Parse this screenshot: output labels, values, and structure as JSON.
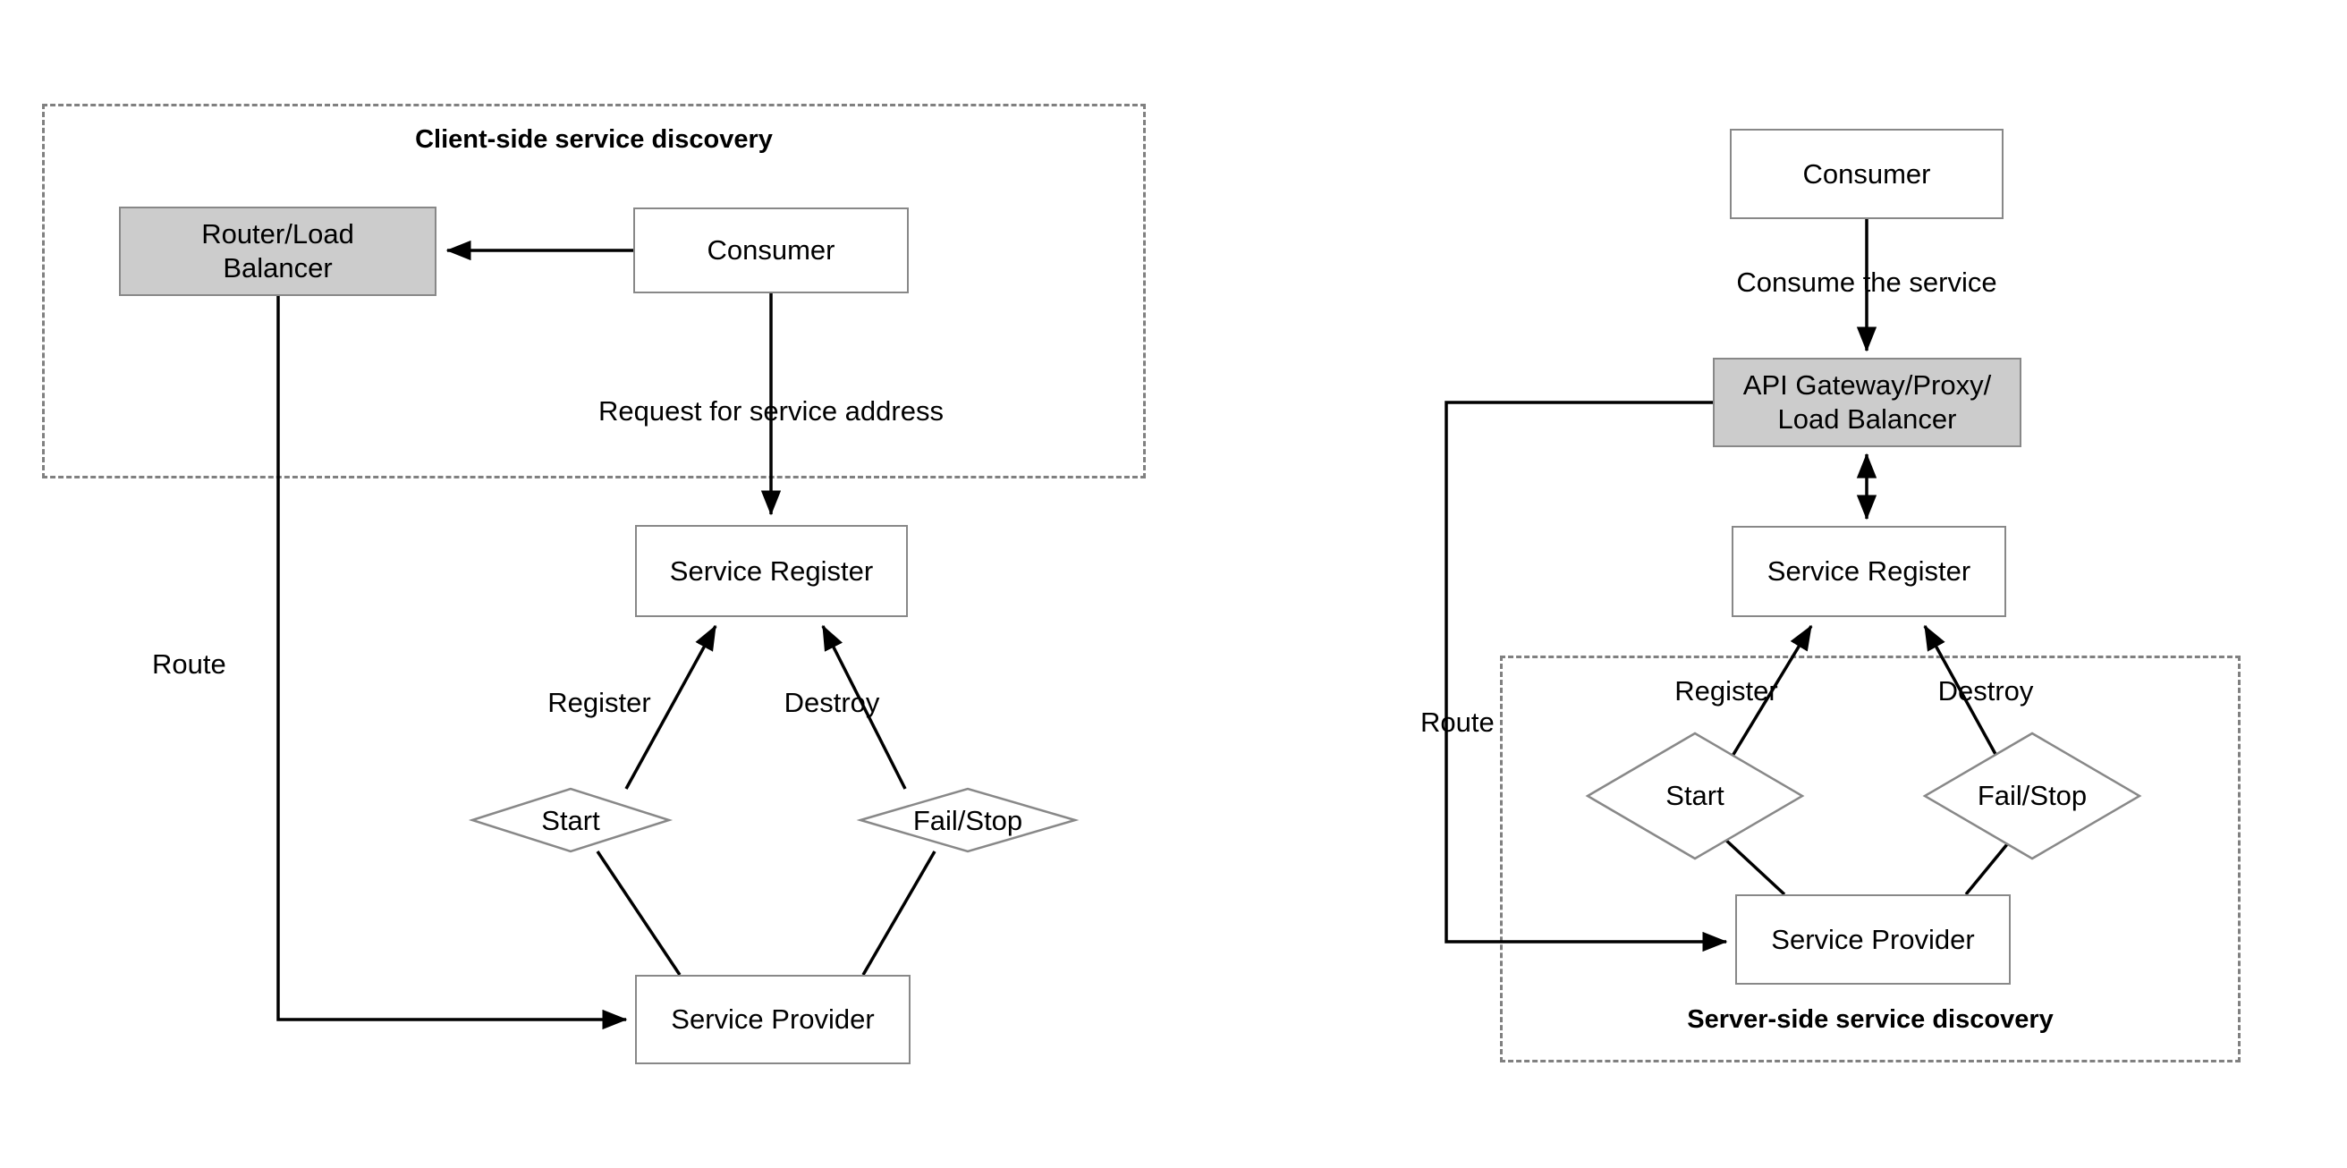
{
  "diagram": {
    "title": "Service discovery patterns",
    "colors": {
      "shaded_fill": "#cccccc",
      "box_stroke": "#888888",
      "line": "#000000",
      "dashed_group": "#808080",
      "background": "#ffffff"
    },
    "panels": [
      {
        "id": "client-side",
        "group_title": "Client-side service discovery",
        "nodes": [
          {
            "id": "router-load-balancer",
            "label": "Router/Load Balancer",
            "shape": "rect",
            "shaded": true
          },
          {
            "id": "consumer",
            "label": "Consumer",
            "shape": "rect",
            "shaded": false
          },
          {
            "id": "service-register",
            "label": "Service Register",
            "shape": "rect",
            "shaded": false
          },
          {
            "id": "service-provider",
            "label": "Service Provider",
            "shape": "rect",
            "shaded": false
          },
          {
            "id": "start",
            "label": "Start",
            "shape": "diamond",
            "shaded": false
          },
          {
            "id": "fail-stop",
            "label": "Fail/Stop",
            "shape": "diamond",
            "shaded": false
          }
        ],
        "edges": [
          {
            "from": "consumer",
            "to": "router-load-balancer",
            "label": "",
            "arrow": "single"
          },
          {
            "from": "consumer",
            "to": "service-register",
            "label": "Request for  service address",
            "arrow": "single"
          },
          {
            "from": "start",
            "to": "service-register",
            "label": "Register",
            "arrow": "single"
          },
          {
            "from": "fail-stop",
            "to": "service-register",
            "label": "Destroy",
            "arrow": "single"
          },
          {
            "from": "service-provider",
            "to": "start",
            "label": "",
            "arrow": "none"
          },
          {
            "from": "service-provider",
            "to": "fail-stop",
            "label": "",
            "arrow": "none"
          },
          {
            "from": "router-load-balancer",
            "to": "service-provider",
            "label": "Route",
            "arrow": "single"
          }
        ]
      },
      {
        "id": "server-side",
        "group_title": "Server-side service discovery",
        "nodes": [
          {
            "id": "consumer",
            "label": "Consumer",
            "shape": "rect",
            "shaded": false
          },
          {
            "id": "api-gateway",
            "label": "API Gateway/Proxy/ Load Balancer",
            "shape": "rect",
            "shaded": true
          },
          {
            "id": "service-register",
            "label": "Service Register",
            "shape": "rect",
            "shaded": false
          },
          {
            "id": "service-provider",
            "label": "Service Provider",
            "shape": "rect",
            "shaded": false
          },
          {
            "id": "start",
            "label": "Start",
            "shape": "diamond",
            "shaded": false
          },
          {
            "id": "fail-stop",
            "label": "Fail/Stop",
            "shape": "diamond",
            "shaded": false
          }
        ],
        "edges": [
          {
            "from": "consumer",
            "to": "api-gateway",
            "label": "Consume the service",
            "arrow": "single"
          },
          {
            "from": "api-gateway",
            "to": "service-register",
            "label": "",
            "arrow": "double"
          },
          {
            "from": "start",
            "to": "service-register",
            "label": "Register",
            "arrow": "single"
          },
          {
            "from": "fail-stop",
            "to": "service-register",
            "label": "Destroy",
            "arrow": "single"
          },
          {
            "from": "service-provider",
            "to": "start",
            "label": "",
            "arrow": "none"
          },
          {
            "from": "service-provider",
            "to": "fail-stop",
            "label": "",
            "arrow": "none"
          },
          {
            "from": "api-gateway",
            "to": "service-provider",
            "label": "Route",
            "arrow": "single"
          }
        ]
      }
    ],
    "labels": {
      "left": {
        "group_title": "Client-side service discovery",
        "router": "Router/Load",
        "router2": "Balancer",
        "consumer": "Consumer",
        "request": "Request for  service address",
        "service_register": "Service Register",
        "register": "Register",
        "destroy": "Destroy",
        "start": "Start",
        "fail_stop": "Fail/Stop",
        "service_provider": "Service Provider",
        "route": "Route"
      },
      "right": {
        "group_title": "Server-side service discovery",
        "consumer": "Consumer",
        "consume": "Consume the service",
        "gateway1": "API Gateway/Proxy/",
        "gateway2": "Load Balancer",
        "service_register": "Service Register",
        "register": "Register",
        "destroy": "Destroy",
        "start": "Start",
        "fail_stop": "Fail/Stop",
        "service_provider": "Service Provider",
        "route": "Route"
      }
    }
  }
}
